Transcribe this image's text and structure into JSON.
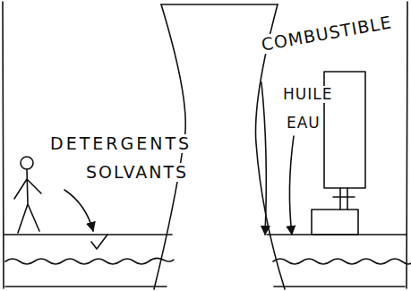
{
  "diagram": {
    "labels": [
      "DETERGENTS",
      "SOLVANTS",
      "COMBUSTIBLE",
      "HUILE",
      "EAU"
    ]
  }
}
